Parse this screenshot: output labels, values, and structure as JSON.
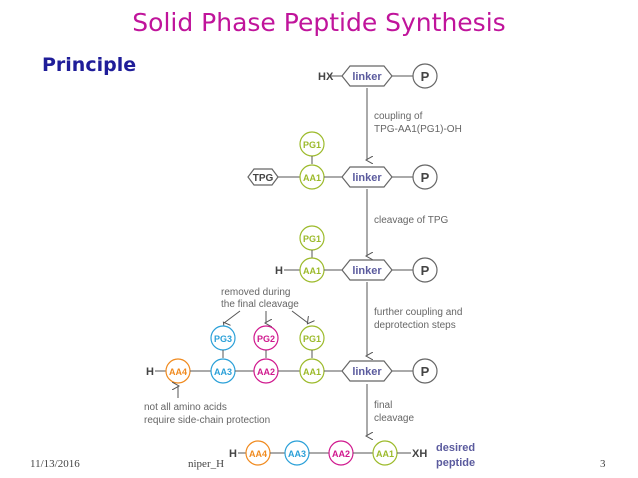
{
  "slide": {
    "title": "Solid Phase Peptide Synthesis",
    "subtitle": "Principle",
    "footer_date": "11/13/2016",
    "footer_author": "niper_H",
    "page_number": "3"
  },
  "diagram": {
    "row1_prefix": "HX",
    "linker": "linker",
    "resin": "P",
    "step1_line1": "coupling of",
    "step1_line2": "TPG-AA1(PG1)-OH",
    "pg1": "PG1",
    "pg2": "PG2",
    "pg3": "PG3",
    "aa1": "AA1",
    "aa2": "AA2",
    "aa3": "AA3",
    "aa4": "AA4",
    "tpg": "TPG",
    "step2": "cleavage of TPG",
    "h_prefix": "H",
    "removed_line1": "removed during",
    "removed_line2": "the final cleavage",
    "step3_line1": "further coupling and",
    "step3_line2": "deprotection steps",
    "note_line1": "not all amino acids",
    "note_line2": "require side-chain protection",
    "step4_line1": "final",
    "step4_line2": "cleavage",
    "final_suffix": "XH",
    "desired_line1": "desired",
    "desired_line2": "peptide"
  },
  "colors": {
    "title": "#c0149b",
    "subtitle": "#1f1d99",
    "green": "#9cba2a",
    "orange": "#f08a1e",
    "cyan": "#2aa0d8",
    "magenta": "#d0198e",
    "purple": "#5b5b9e",
    "gray": "#777777"
  }
}
